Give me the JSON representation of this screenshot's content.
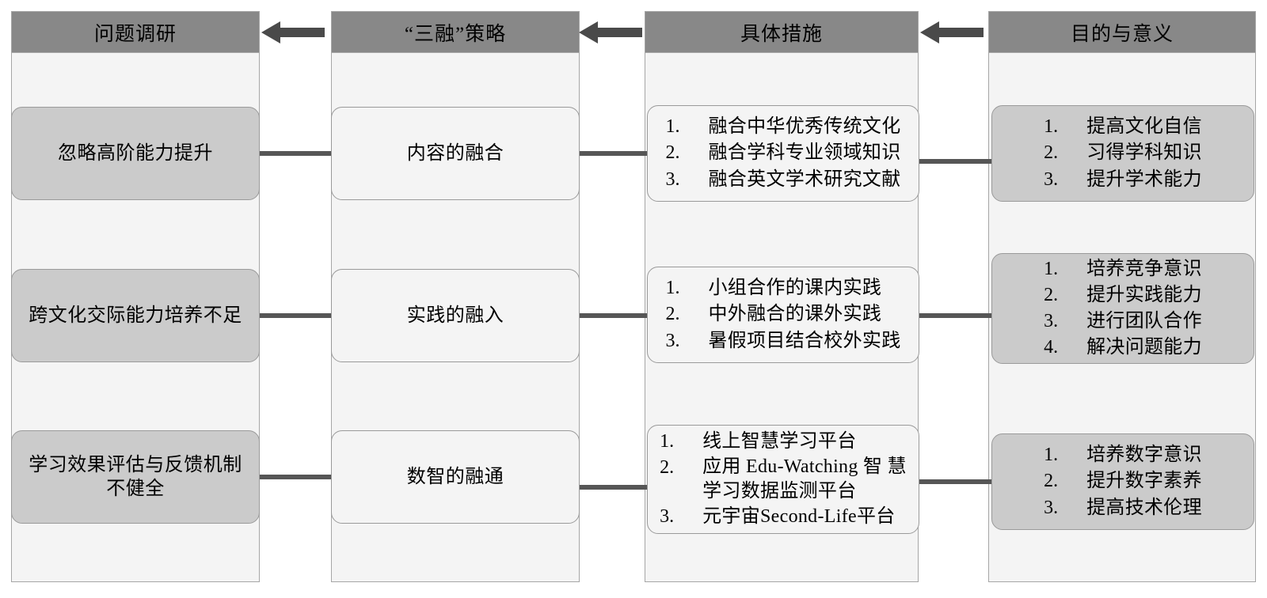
{
  "diagram": {
    "columns": [
      {
        "id": "problem-research",
        "header": "问题调研",
        "nodes": [
          {
            "text": "忽略高阶能力提升"
          },
          {
            "text": "跨文化交际能力培养不足"
          },
          {
            "text": "学习效果评估与反馈机制\n不健全"
          }
        ]
      },
      {
        "id": "three-integration-strategy",
        "header": "“三融”策略",
        "nodes": [
          {
            "text": "内容的融合"
          },
          {
            "text": "实践的融入"
          },
          {
            "text": "数智的融通"
          }
        ]
      },
      {
        "id": "concrete-measures",
        "header": "具体措施",
        "nodes": [
          {
            "items": [
              {
                "num": "1.",
                "text": "融合中华优秀传统文化"
              },
              {
                "num": "2.",
                "text": "融合学科专业领域知识"
              },
              {
                "num": "3.",
                "text": "融合英文学术研究文献"
              }
            ]
          },
          {
            "items": [
              {
                "num": "1.",
                "text": "小组合作的课内实践"
              },
              {
                "num": "2.",
                "text": "中外融合的课外实践"
              },
              {
                "num": "3.",
                "text": "暑假项目结合校外实践"
              }
            ]
          },
          {
            "items": [
              {
                "num": "1.",
                "text": "线上智慧学习平台"
              },
              {
                "num": "2.",
                "text": "应用 Edu-Watching 智 慧\n学习数据监测平台"
              },
              {
                "num": "3.",
                "text": "元宇宙Second-Life平台"
              }
            ]
          }
        ]
      },
      {
        "id": "purpose-and-significance",
        "header": "目的与意义",
        "nodes": [
          {
            "items": [
              {
                "num": "1.",
                "text": "提高文化自信"
              },
              {
                "num": "2.",
                "text": "习得学科知识"
              },
              {
                "num": "3.",
                "text": "提升学术能力"
              }
            ]
          },
          {
            "items": [
              {
                "num": "1.",
                "text": "培养竞争意识"
              },
              {
                "num": "2.",
                "text": "提升实践能力"
              },
              {
                "num": "3.",
                "text": "进行团队合作"
              },
              {
                "num": "4.",
                "text": "解决问题能力"
              }
            ]
          },
          {
            "items": [
              {
                "num": "1.",
                "text": "培养数字意识"
              },
              {
                "num": "2.",
                "text": "提升数字素养"
              },
              {
                "num": "3.",
                "text": "提高技术伦理"
              }
            ]
          }
        ]
      }
    ],
    "arrows": [
      {
        "name": "arrow-strategy-to-problem",
        "direction": "left"
      },
      {
        "name": "arrow-measures-to-strategy",
        "direction": "left"
      },
      {
        "name": "arrow-purpose-to-measures",
        "direction": "left"
      }
    ],
    "colors": {
      "header_fill": "#888888",
      "column_fill": "#f4f4f4",
      "shaded_node_fill": "#cbcbcb",
      "plain_node_fill": "#f4f4f4",
      "border": "#9a9a9a",
      "connector": "#565656",
      "arrow": "#4a4a4a",
      "text": "#000000"
    }
  }
}
